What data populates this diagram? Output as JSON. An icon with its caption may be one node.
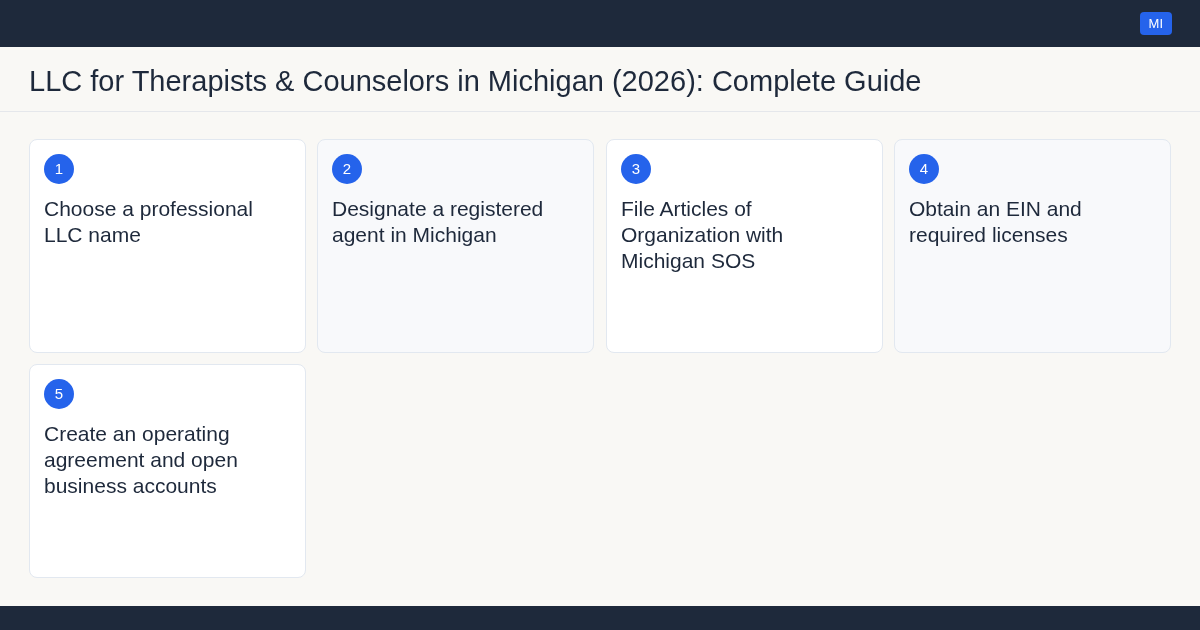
{
  "diagram": {
    "title": "LLC for Therapists & Counselors in Michigan (2026): Complete Guide",
    "nodes": [
      {
        "text": [
          "MI"
        ]
      },
      {
        "text": [
          "Choose a professional LLC name"
        ]
      },
      {
        "text": [
          "1"
        ],
        "in": 1
      },
      {
        "text": [
          "Designate a registered agent in Michigan"
        ]
      },
      {
        "text": [
          "2"
        ],
        "in": 3
      },
      {
        "text": [
          "File Articles of Organization with Michigan SOS"
        ]
      },
      {
        "text": [
          "3"
        ],
        "in": 5
      },
      {
        "text": [
          "Obtain an EIN and required licenses"
        ]
      },
      {
        "text": [
          "4"
        ],
        "in": 7
      },
      {
        "text": [
          "Create an operating agreement and open business accounts"
        ]
      },
      {
        "text": [
          "5"
        ],
        "in": 9
      }
    ]
  }
}
